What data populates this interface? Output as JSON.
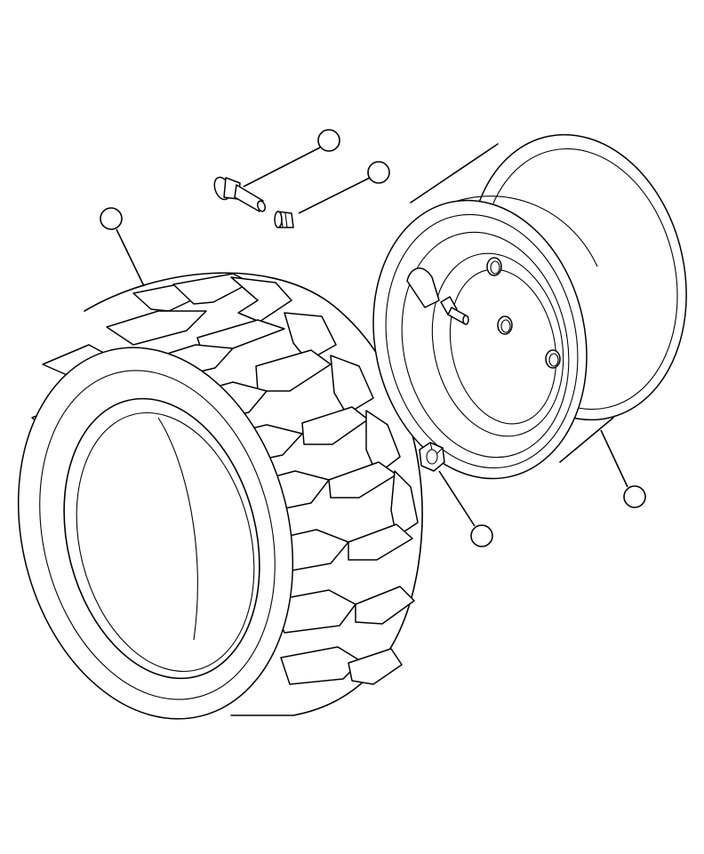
{
  "figure": {
    "background": "#ffffff",
    "line_color": "#000000",
    "parts": [
      {
        "id": "tire",
        "label": ""
      },
      {
        "id": "valve-stem",
        "label": ""
      },
      {
        "id": "valve-cap",
        "label": ""
      },
      {
        "id": "wheel-rim",
        "label": ""
      },
      {
        "id": "lug-nut",
        "label": ""
      }
    ]
  }
}
